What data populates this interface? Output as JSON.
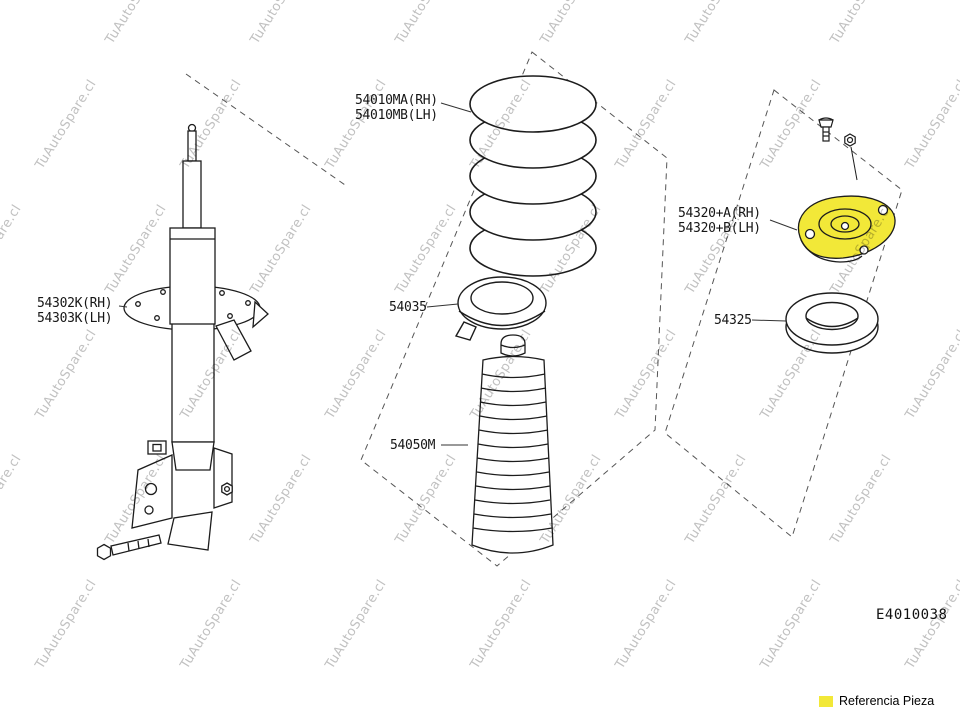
{
  "watermark": {
    "text": "TuAutoSpare.cl"
  },
  "diagram": {
    "code": "E4010038",
    "highlight_color": "#f2e838",
    "parts": {
      "spring": {
        "label_line1": "54010MA(RH)",
        "label_line2": "54010MB(LH)"
      },
      "strut": {
        "label_line1": "54302K(RH)",
        "label_line2": "54303K(LH)"
      },
      "seat": {
        "label": "54035"
      },
      "boot": {
        "label": "54050M"
      },
      "mount": {
        "label_line1": "54320+A(RH)",
        "label_line2": "54320+B(LH)"
      },
      "bearing": {
        "label": "54325"
      }
    }
  },
  "legend": {
    "swatch_color": "#f2e838",
    "label": "Referencia Pieza"
  }
}
